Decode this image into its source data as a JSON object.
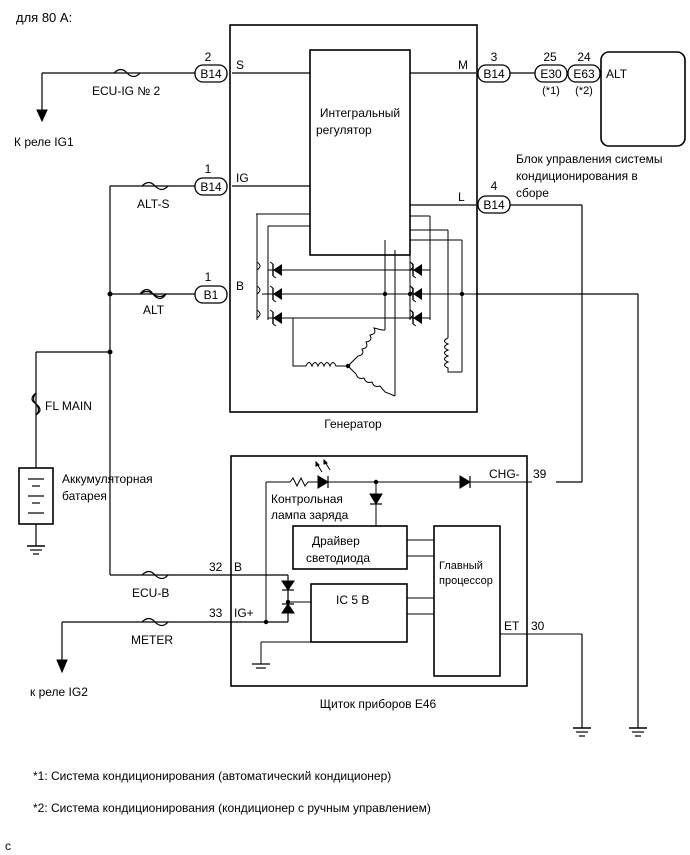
{
  "heading": "для 80 А:",
  "footer_code": "c",
  "notes": [
    "*1: Система кондиционирования (автоматический кондиционер)",
    "*2: Система кондиционирования (кондиционер с ручным управлением)"
  ],
  "generator": {
    "label": "Генератор",
    "regulator": [
      "Интегральный",
      "регулятор"
    ],
    "terminals": {
      "s": "S",
      "ig": "IG",
      "b": "B",
      "m": "M",
      "l": "L"
    }
  },
  "connectors": {
    "s": {
      "pin": "2",
      "name": "B14"
    },
    "ig": {
      "pin": "1",
      "name": "B14"
    },
    "b": {
      "pin": "1",
      "name": "B1"
    },
    "m": {
      "pin": "3",
      "name": "B14"
    },
    "l": {
      "pin": "4",
      "name": "B14"
    },
    "e30": {
      "pin": "25",
      "name": "E30",
      "note": "(*1)"
    },
    "e63": {
      "pin": "24",
      "name": "E63",
      "note": "(*2)"
    }
  },
  "fuses": {
    "ecu_ig2": "ECU-IG № 2",
    "alt_s": "ALT-S",
    "alt": "ALT",
    "fl_main": "FL MAIN",
    "ecu_b": "ECU-B",
    "meter": "METER"
  },
  "arrows": {
    "ig1": "К реле IG1",
    "ig2": "к реле IG2"
  },
  "battery": [
    "Аккумуляторная",
    "батарея"
  ],
  "ac_unit": {
    "label": "ALT",
    "caption": [
      "Блок управления системы",
      "кондиционирования в",
      "сборе"
    ]
  },
  "meter_panel": {
    "label": "Щиток приборов E46",
    "charge_lamp": [
      "Контрольная",
      "лампа заряда"
    ],
    "led_driver": [
      "Драйвер",
      "светодиода"
    ],
    "main_cpu": [
      "Главный",
      "процессор"
    ],
    "ic": "IC 5 В",
    "pins": {
      "chg": {
        "name": "CHG-",
        "num": "39"
      },
      "b": {
        "name": "B",
        "num": "32"
      },
      "ig": {
        "name": "IG+",
        "num": "33"
      },
      "et": {
        "name": "ET",
        "num": "30"
      }
    }
  }
}
